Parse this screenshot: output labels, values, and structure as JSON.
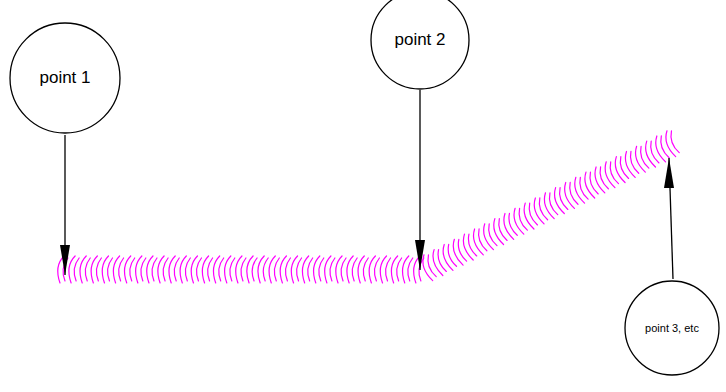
{
  "diagram": {
    "nodes": [
      {
        "text": [
          "point 1"
        ]
      },
      {
        "text": [
          "point 2"
        ]
      },
      {
        "text": [
          "point 3, etc"
        ]
      }
    ]
  }
}
